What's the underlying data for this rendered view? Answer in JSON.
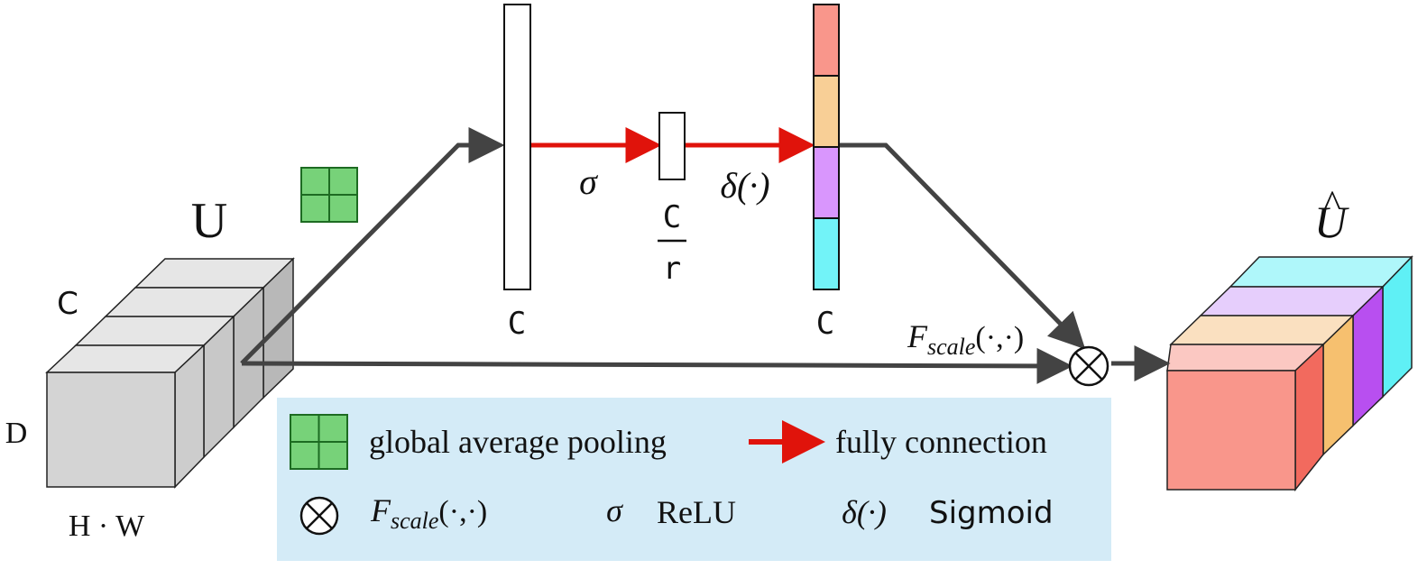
{
  "diagram": {
    "input_label": "U",
    "dim_channel": "C",
    "dim_depth": "D",
    "dim_spatial": "H · W",
    "vector1_label": "C",
    "sigma_symbol": "σ",
    "reduced_numerator": "C",
    "reduced_denominator": "r",
    "delta_symbol": "δ(·)",
    "vector2_label": "C",
    "fscale_F": "F",
    "fscale_sub": "scale",
    "fscale_args": "(·,·)",
    "output_label": "U",
    "output_hat": "^",
    "multiply_symbol": "⊗"
  },
  "legend": {
    "gap_text": "global average pooling",
    "fc_text": "fully connection",
    "fscale_F": "F",
    "fscale_sub": "scale",
    "fscale_args": "(·,·)",
    "sigma_symbol": "σ",
    "relu_text": "ReLU",
    "delta_symbol": "δ(·)",
    "sigmoid_text": "Sigmoid",
    "multiply_symbol": "⊗"
  },
  "colors": {
    "arrow_gray": "#434343",
    "arrow_red": "#e0130b",
    "gap_green": "#77d279",
    "legend_bg": "#d4ebf7",
    "cube_gray": "#d4d4d4",
    "salmon": "#f9968b",
    "orange": "#f8cf96",
    "purple": "#d996fd",
    "cyan": "#72f3f8"
  }
}
